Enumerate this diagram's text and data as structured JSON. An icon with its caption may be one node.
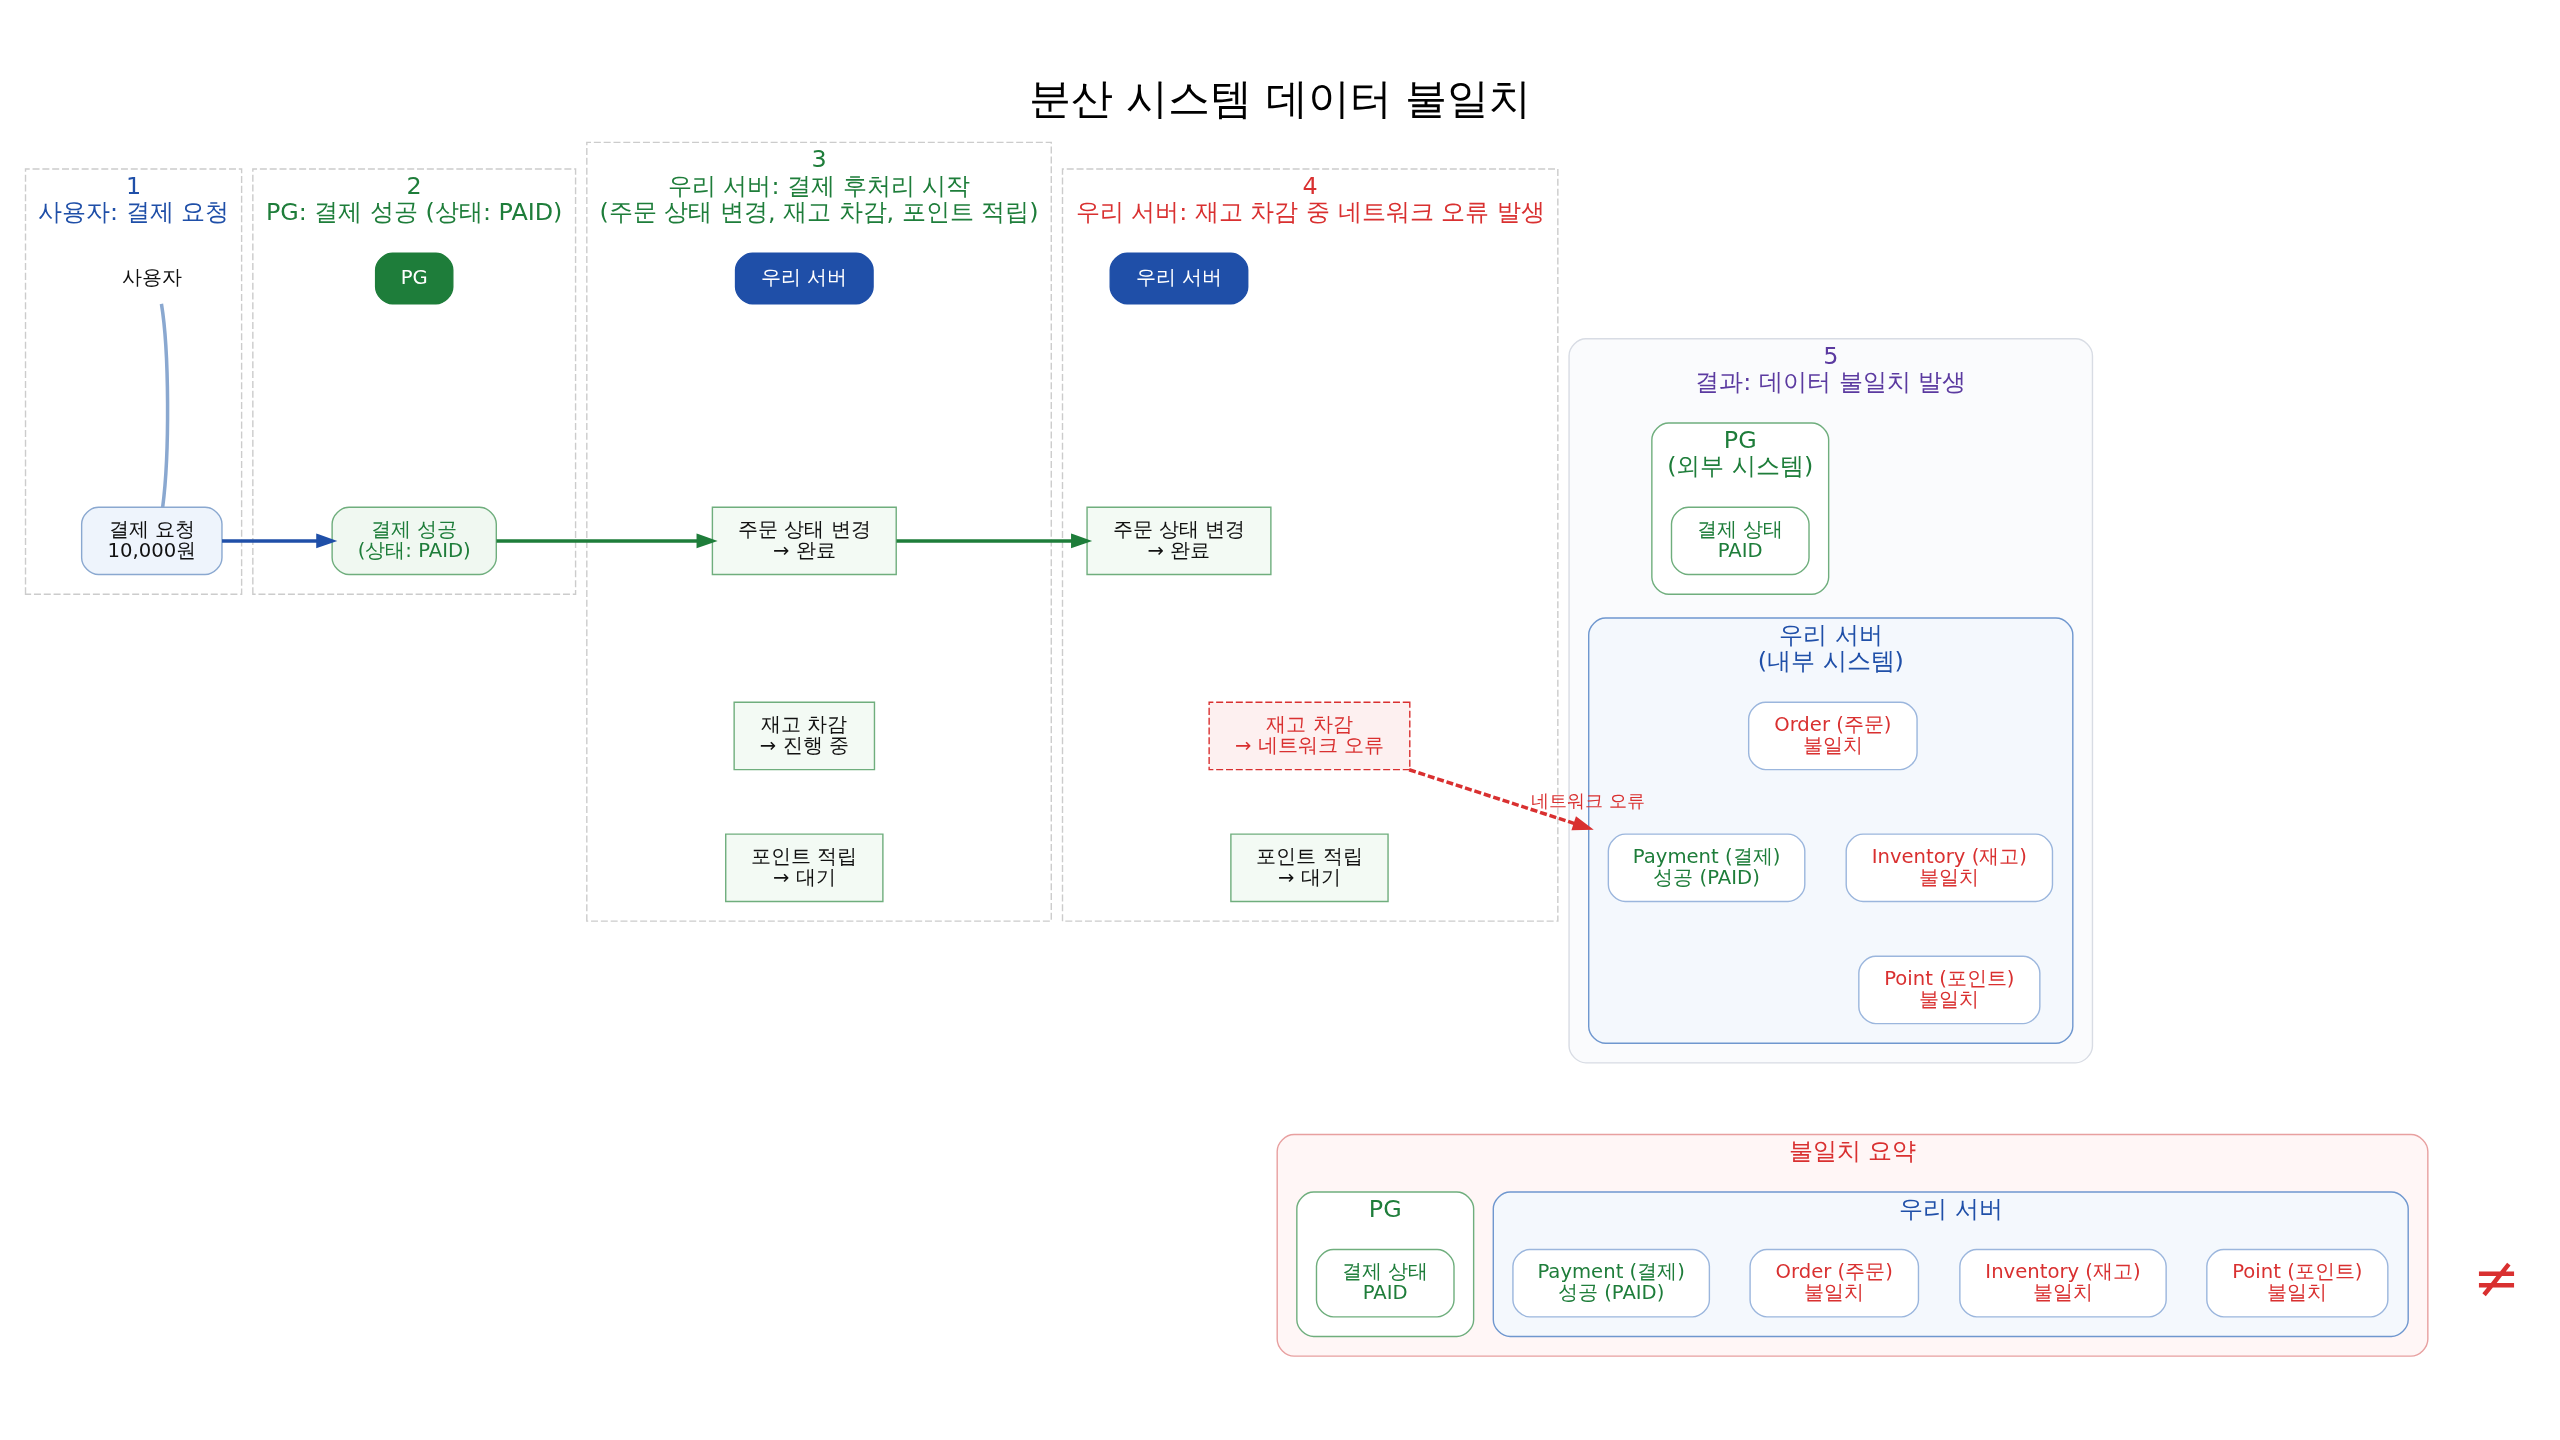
{
  "diagram": {
    "title": "분산 시스템 데이터 불일치",
    "nodes": [
      {
        "text": [
          "1",
          "사용자: 결제 요청"
        ]
      },
      {
        "text": [
          "사용자"
        ],
        "in": 0
      },
      {
        "text": [
          "결제 요청",
          "10,000원"
        ],
        "in": 0
      },
      {
        "text": [
          "2",
          "PG: 결제 성공 (상태: PAID)"
        ]
      },
      {
        "text": [
          "PG"
        ],
        "in": 3
      },
      {
        "text": [
          "결제 성공",
          "(상태: PAID)"
        ],
        "in": 3
      },
      {
        "text": [
          "3",
          "우리 서버: 결제 후처리 시작",
          "(주문 상태 변경, 재고 차감, 포인트 적립)"
        ]
      },
      {
        "text": [
          "우리 서버"
        ],
        "in": 6
      },
      {
        "text": [
          "주문 상태 변경",
          "→ 완료"
        ],
        "in": 6
      },
      {
        "text": [
          "재고 차감",
          "→ 진행 중"
        ],
        "in": 6
      },
      {
        "text": [
          "포인트 적립",
          "→ 대기"
        ],
        "in": 6
      },
      {
        "text": [
          "4",
          "우리 서버: 재고 차감 중 네트워크 오류 발생"
        ]
      },
      {
        "text": [
          "우리 서버"
        ],
        "in": 11
      },
      {
        "text": [
          "주문 상태 변경",
          "→ 완료"
        ],
        "in": 11
      },
      {
        "text": [
          "재고 차감",
          "→ 네트워크 오류"
        ],
        "in": 11
      },
      {
        "text": [
          "포인트 적립",
          "→ 대기"
        ],
        "in": 11
      },
      {
        "text": [
          "5",
          "결과: 데이터 불일치 발생"
        ]
      },
      {
        "text": [
          "PG",
          "(외부 시스템)"
        ],
        "in": 16
      },
      {
        "text": [
          "결제 상태",
          "PAID"
        ],
        "in": 17
      },
      {
        "text": [
          "우리 서버",
          "(내부 시스템)"
        ],
        "in": 16
      },
      {
        "text": [
          "Payment (결제)",
          "성공 (PAID)"
        ],
        "in": 19
      },
      {
        "text": [
          "Order (주문)",
          "불일치"
        ],
        "in": 19
      },
      {
        "text": [
          "Inventory (재고)",
          "불일치"
        ],
        "in": 19
      },
      {
        "text": [
          "Point (포인트)",
          "불일치"
        ],
        "in": 19
      },
      {
        "text": [
          "불일치 요약"
        ]
      },
      {
        "text": [
          "PG"
        ],
        "in": 24
      },
      {
        "text": [
          "결제 상태",
          "PAID"
        ],
        "in": 25
      },
      {
        "text": [
          "우리 서버"
        ],
        "in": 24
      },
      {
        "text": [
          "Payment (결제)",
          "성공 (PAID)"
        ],
        "in": 27
      },
      {
        "text": [
          "Order (주문)",
          "불일치"
        ],
        "in": 27
      },
      {
        "text": [
          "Inventory (재고)",
          "불일치"
        ],
        "in": 27
      },
      {
        "text": [
          "Point (포인트)",
          "불일치"
        ],
        "in": 27
      }
    ],
    "edges": [
      {
        "from": 1,
        "to": 2,
        "arrow": "none",
        "color": "#8aa8d0"
      },
      {
        "from": 2,
        "to": 5,
        "arrow": "to",
        "color": "#1f4fa8"
      },
      {
        "from": 5,
        "to": 8,
        "arrow": "to",
        "color": "#1e7d3a"
      },
      {
        "from": 8,
        "to": 13,
        "arrow": "to",
        "color": "#1e7d3a"
      },
      {
        "from": 14,
        "to": 19,
        "arrow": "to",
        "label": "네트워크 오류",
        "style": "dashed",
        "color": "#d93030"
      }
    ],
    "labels": [
      "≠"
    ]
  }
}
